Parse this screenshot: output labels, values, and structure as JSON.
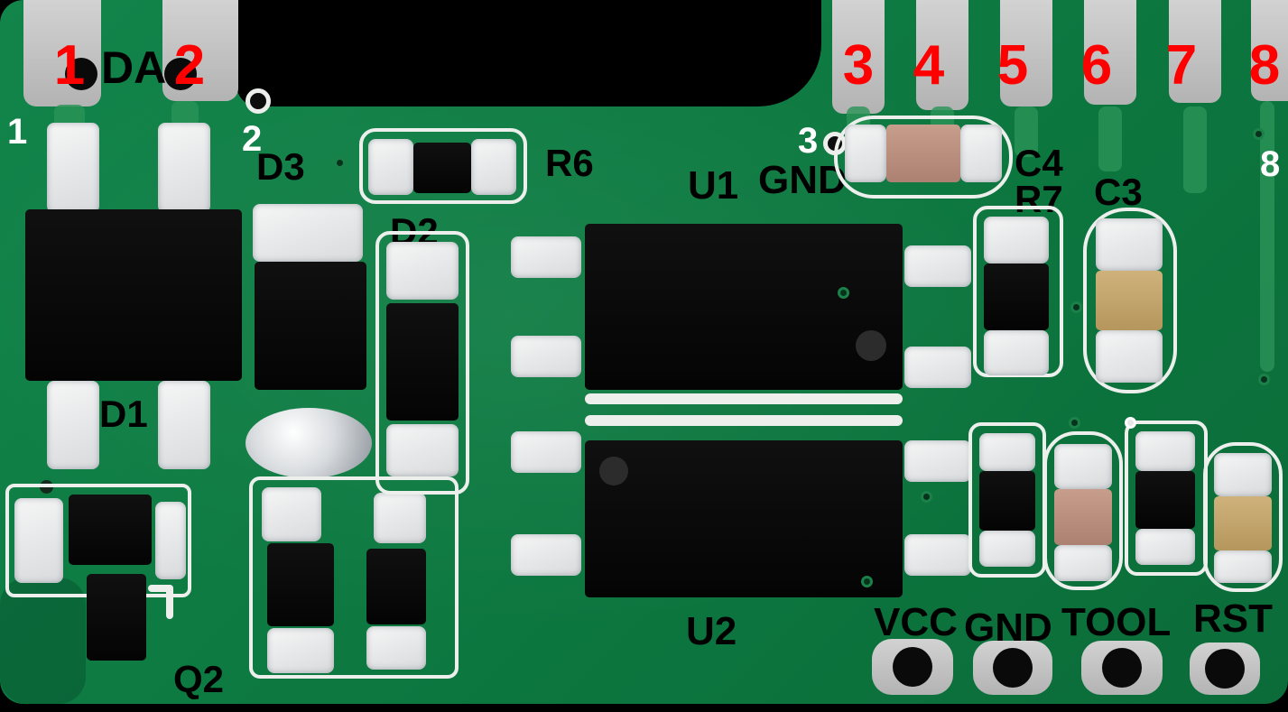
{
  "meta": {
    "description": "Photograph of a green PCB module with annotated component references, edge pin numbers and header pad labels"
  },
  "colors": {
    "pcb_green": "#0d7a41",
    "silkscreen_white": "#ecefec",
    "pad_grey": "#c2c2c2",
    "component_black": "#070707",
    "capacitor_tan": "#bd9381",
    "capacitor_yellow": "#c3a46c",
    "annotation_red": "#ff0000",
    "annotation_black": "#000000",
    "annotation_white": "#ffffff"
  },
  "top_edge": {
    "left_pin_numbers": [
      "1",
      "2"
    ],
    "da_label": "DA",
    "right_pin_numbers": [
      "3",
      "4",
      "5",
      "6",
      "7",
      "8"
    ]
  },
  "silk_pad_numbers": [
    "1",
    "2",
    "3",
    "8"
  ],
  "components": {
    "d1": "D1",
    "d3": "D3",
    "d2": "D2",
    "r6": "R6",
    "u1": "U1",
    "u1_gnd": "GND",
    "c4": "C4",
    "r7": "R7",
    "c3": "C3",
    "u2": "U2",
    "q2": "Q2"
  },
  "bottom_header_pads": [
    "VCC",
    "GND",
    "TOOL",
    "RST"
  ]
}
